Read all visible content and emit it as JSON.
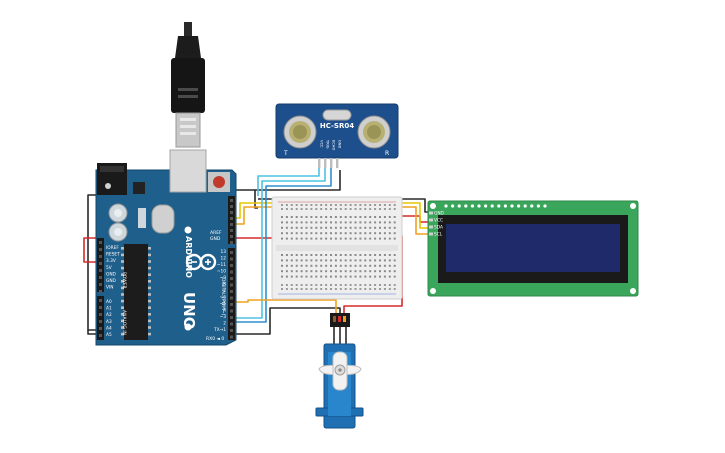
{
  "sensor": {
    "model": "HC-SR04",
    "pins": [
      "VCC",
      "TRIG",
      "ECHO",
      "GND"
    ],
    "side_left": "T",
    "side_right": "R"
  },
  "arduino": {
    "brand": "ARDUINO",
    "model": "UNO",
    "aref": "AREF",
    "gnd": "GND",
    "digital_label": "DIGITAL (PWM~)",
    "power_label": "POWER",
    "analog_label": "ANALOG IN",
    "rx_label": "RX0 ◄ 0",
    "power_pins": [
      "IOREF",
      "RESET",
      "3.3V",
      "5V",
      "GND",
      "GND",
      "VIN"
    ],
    "analog_pins": [
      "A0",
      "A1",
      "A2",
      "A3",
      "A4",
      "A5"
    ],
    "digital_pins": [
      "13",
      "12",
      "~11",
      "~10",
      "~9",
      "8",
      "7",
      "~6",
      "~5",
      "4",
      "~3",
      "2",
      "TX→1"
    ]
  },
  "lcd": {
    "pins": [
      "GND",
      "VCC",
      "SDA",
      "SCL"
    ]
  },
  "colors": {
    "board_blue": "#1f5f8b",
    "breadboard": "#eeeeee",
    "lcd_green": "#3aa65b",
    "lcd_screen": "#1f2a6b",
    "servo_blue": "#1f6fb3",
    "wire_red": "#d62a2a",
    "wire_black": "#2a2a2a",
    "wire_orange": "#f2a11f",
    "wire_yellow": "#e6c700",
    "wire_cyan": "#4ec2e3",
    "wire_blue": "#2f8fd0"
  }
}
